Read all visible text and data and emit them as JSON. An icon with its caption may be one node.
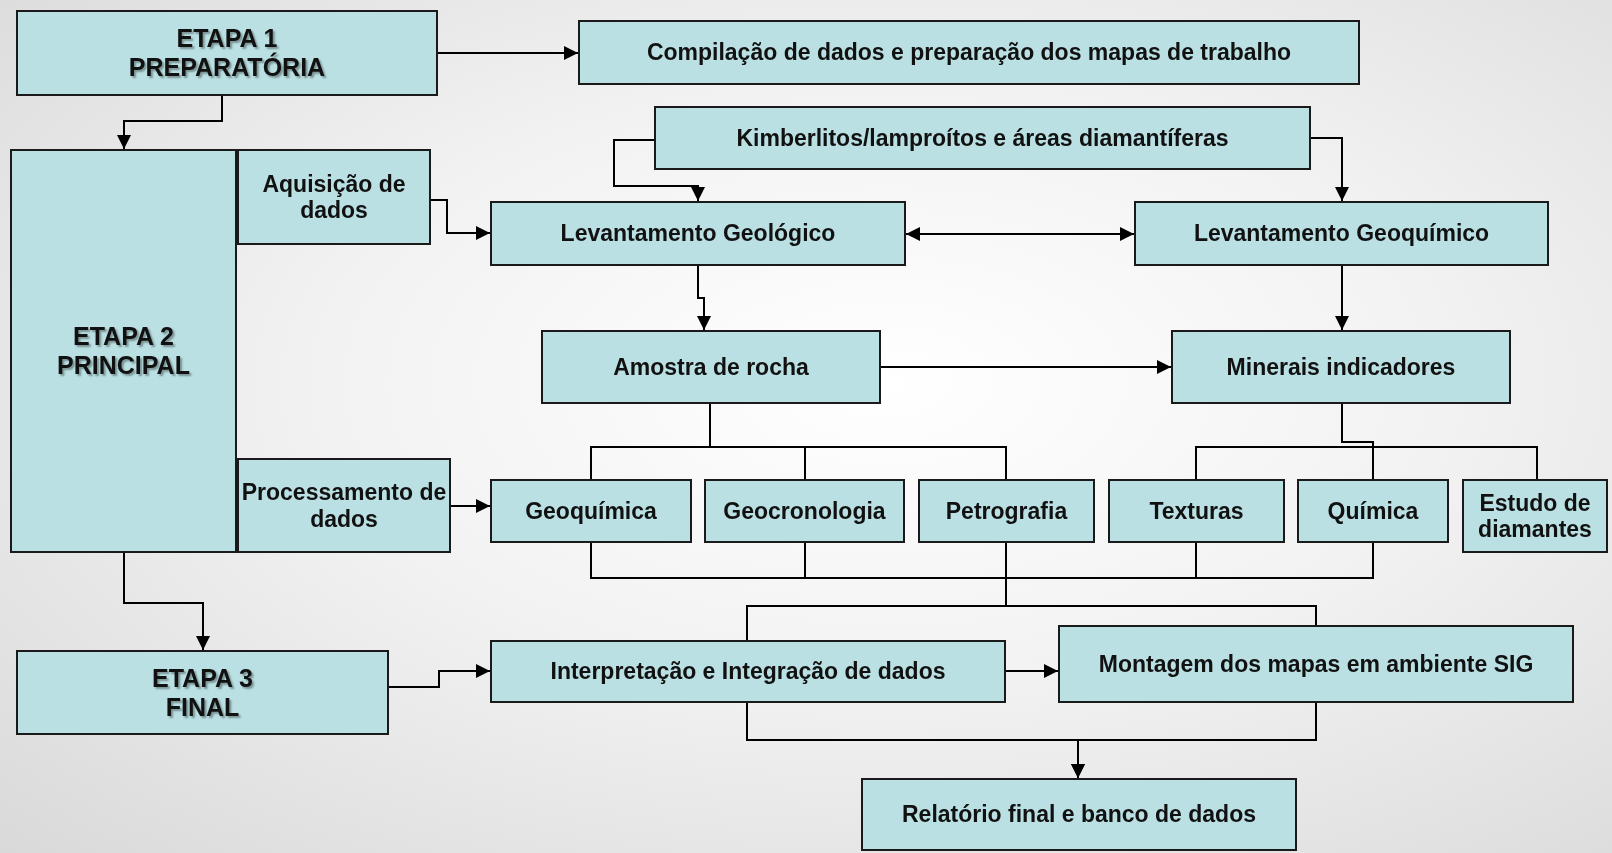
{
  "diagram": {
    "nodes": [
      {
        "text": [
          "ETAPA 1 PREPARATÓRIA"
        ]
      },
      {
        "text": [
          "Compilação de dados e preparação dos mapas de trabalho"
        ]
      },
      {
        "text": [
          "ETAPA 2 PRINCIPAL"
        ]
      },
      {
        "text": [
          "Aquisição de dados"
        ]
      },
      {
        "text": [
          "Processamento de dados"
        ]
      },
      {
        "text": [
          "Kimberlitos/lamproítos e áreas diamantíferas"
        ]
      },
      {
        "text": [
          "Levantamento Geológico"
        ]
      },
      {
        "text": [
          "Levantamento Geoquímico"
        ]
      },
      {
        "text": [
          "Amostra de rocha"
        ]
      },
      {
        "text": [
          "Minerais indicadores"
        ]
      },
      {
        "text": [
          "Geoquímica"
        ]
      },
      {
        "text": [
          "Geocronologia"
        ]
      },
      {
        "text": [
          "Petrografia"
        ]
      },
      {
        "text": [
          "Texturas"
        ]
      },
      {
        "text": [
          "Química"
        ]
      },
      {
        "text": [
          "Estudo de diamantes"
        ]
      },
      {
        "text": [
          "ETAPA 3 FINAL"
        ]
      },
      {
        "text": [
          "Interpretação e Integração de dados"
        ]
      },
      {
        "text": [
          "Montagem dos mapas em ambiente SIG"
        ]
      },
      {
        "text": [
          "Relatório final e banco de dados"
        ]
      }
    ],
    "edges": [
      {
        "from": 0,
        "to": 1,
        "arrow": "to"
      },
      {
        "from": 0,
        "to": 2,
        "arrow": "to"
      },
      {
        "from": 2,
        "to": 16,
        "arrow": "to"
      },
      {
        "from": 3,
        "to": 6,
        "arrow": "to"
      },
      {
        "from": 5,
        "to": 6,
        "arrow": "to"
      },
      {
        "from": 5,
        "to": 7,
        "arrow": "to"
      },
      {
        "from": 6,
        "to": 7,
        "arrow": "both"
      },
      {
        "from": 6,
        "to": 8,
        "arrow": "to"
      },
      {
        "from": 7,
        "to": 9,
        "arrow": "to"
      },
      {
        "from": 8,
        "to": 9,
        "arrow": "to"
      },
      {
        "from": 8,
        "to": 10,
        "arrow": "none"
      },
      {
        "from": 8,
        "to": 11,
        "arrow": "none"
      },
      {
        "from": 8,
        "to": 12,
        "arrow": "none"
      },
      {
        "from": 9,
        "to": 13,
        "arrow": "none"
      },
      {
        "from": 9,
        "to": 14,
        "arrow": "none"
      },
      {
        "from": 9,
        "to": 15,
        "arrow": "none"
      },
      {
        "from": 4,
        "to": 10,
        "arrow": "to"
      },
      {
        "from": 10,
        "to": 17,
        "arrow": "none"
      },
      {
        "from": 11,
        "to": 17,
        "arrow": "none"
      },
      {
        "from": 12,
        "to": 17,
        "arrow": "none"
      },
      {
        "from": 13,
        "to": 17,
        "arrow": "none"
      },
      {
        "from": 14,
        "to": 17,
        "arrow": "none"
      },
      {
        "from": 10,
        "to": 18,
        "arrow": "none"
      },
      {
        "from": 11,
        "to": 18,
        "arrow": "none"
      },
      {
        "from": 12,
        "to": 18,
        "arrow": "none"
      },
      {
        "from": 13,
        "to": 18,
        "arrow": "none"
      },
      {
        "from": 14,
        "to": 18,
        "arrow": "none"
      },
      {
        "from": 16,
        "to": 17,
        "arrow": "to"
      },
      {
        "from": 17,
        "to": 18,
        "arrow": "to"
      },
      {
        "from": 17,
        "to": 19,
        "arrow": "to"
      },
      {
        "from": 18,
        "to": 19,
        "arrow": "to"
      }
    ]
  }
}
